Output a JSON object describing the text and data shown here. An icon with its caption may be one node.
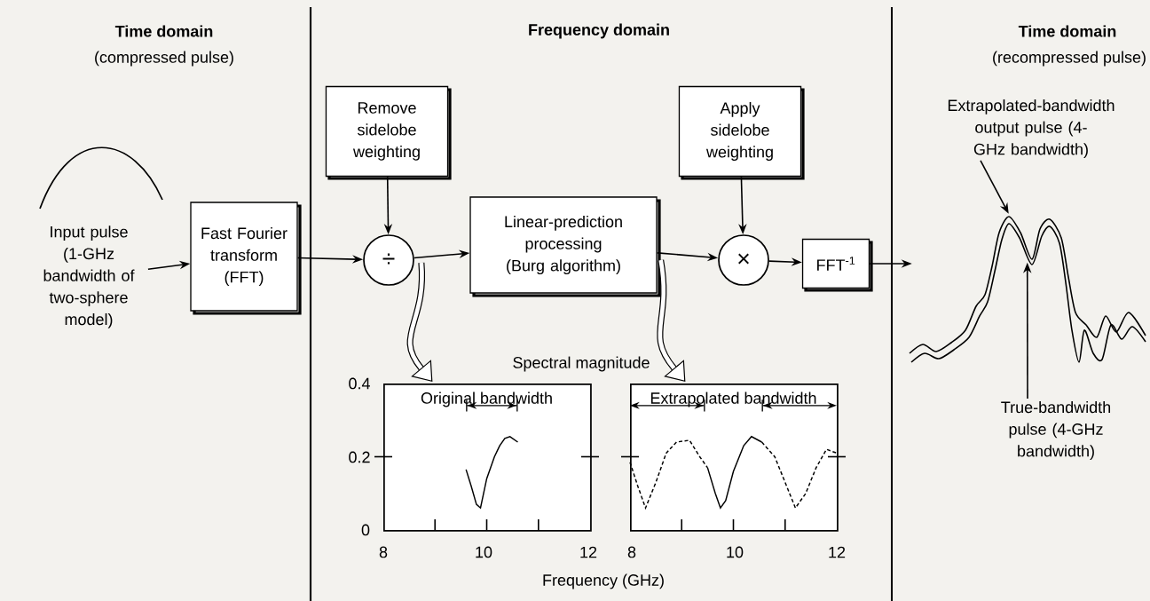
{
  "diagram": {
    "nodes": [
      {
        "text": [
          "Input pulse (1-GHz bandwidth of two-sphere model)"
        ]
      },
      {
        "text": [
          "Fast Fourier transform (FFT)"
        ]
      },
      {
        "text": [
          "Remove sidelobe weighting"
        ]
      },
      {
        "text": [
          "÷"
        ]
      },
      {
        "text": [
          "Linear-prediction processing (Burg algorithm)"
        ]
      },
      {
        "text": [
          "Apply sidelobe weighting"
        ]
      },
      {
        "text": [
          "×"
        ]
      },
      {
        "text": [
          "FFT$^{-1}$"
        ]
      },
      {
        "text": [],
        "shape": "picture"
      },
      {
        "text": [
          "Extrapolated-bandwidth output pulse (4-GHz bandwidth)"
        ]
      },
      {
        "text": [
          "True-bandwidth pulse (4-GHz bandwidth)"
        ]
      },
      {
        "text": [
          "Original bandwidth"
        ]
      },
      {
        "text": [
          "Extrapolated bandwidth"
        ]
      }
    ],
    "edges": [
      {
        "from": 0,
        "to": 1,
        "arrow": "to"
      },
      {
        "from": 1,
        "to": 3,
        "arrow": "to"
      },
      {
        "from": 2,
        "to": 3,
        "arrow": "to"
      },
      {
        "from": 3,
        "to": 4,
        "arrow": "to"
      },
      {
        "from": 4,
        "to": 6,
        "arrow": "to"
      },
      {
        "from": 5,
        "to": 6,
        "arrow": "to"
      },
      {
        "from": 6,
        "to": 7,
        "arrow": "to"
      },
      {
        "from": 7,
        "to": 8,
        "arrow": "to"
      },
      {
        "from": 9,
        "to": 8,
        "arrow": "to"
      },
      {
        "from": 10,
        "to": 8,
        "arrow": "to"
      },
      {
        "from": 3,
        "to": 11,
        "arrow": "to",
        "style": "thick"
      },
      {
        "from": 4,
        "to": 12,
        "arrow": "to",
        "style": "thick"
      }
    ],
    "labels": [
      "Time domain",
      "(compressed pulse)",
      "Frequency domain",
      "Time domain",
      "(recompressed pulse)",
      "Spectral magnitude",
      "0.4",
      "0.2",
      "0",
      "8",
      "10",
      "12",
      "8",
      "10",
      "12",
      "Frequency (GHz)"
    ]
  }
}
